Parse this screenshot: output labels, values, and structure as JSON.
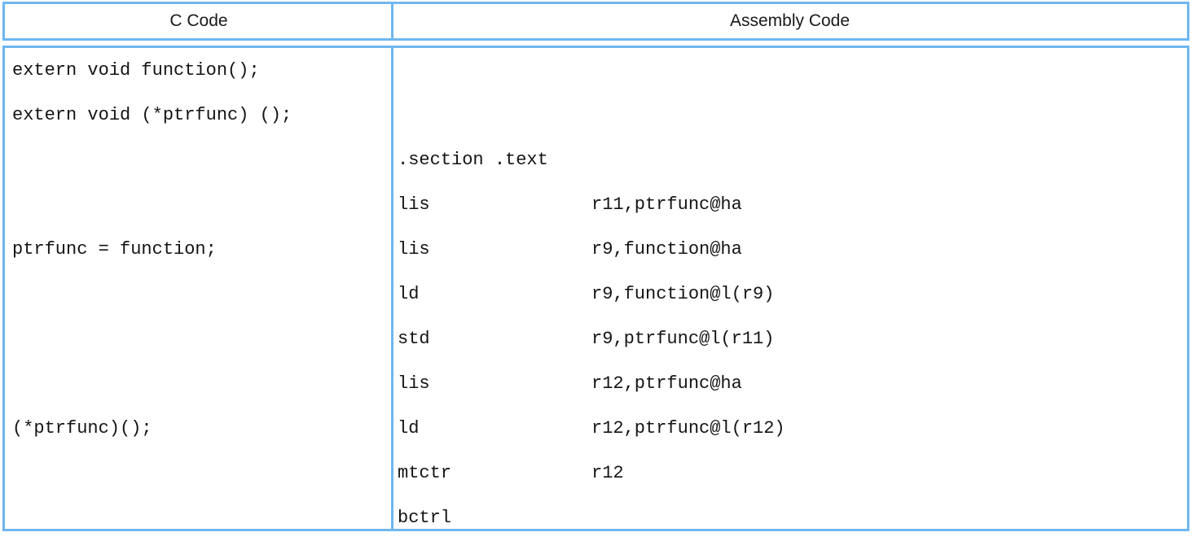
{
  "table": {
    "columns": [
      {
        "id": "c-code",
        "header": "C Code"
      },
      {
        "id": "assembly-code",
        "header": "Assembly Code"
      }
    ],
    "border_color": "#6fb7f0",
    "text_color": "#141414",
    "background_color": "#ffffff"
  },
  "c_code": {
    "lines": [
      "extern void function();",
      "extern void (*ptrfunc) ();",
      "",
      "",
      "ptrfunc = function;",
      "",
      "",
      "",
      "(*ptrfunc)();",
      ""
    ]
  },
  "assembly_code": {
    "lines": [
      {
        "type": "blank",
        "mnemonic": "",
        "operand": ""
      },
      {
        "type": "blank",
        "mnemonic": "",
        "operand": ""
      },
      {
        "type": "directive",
        "mnemonic": ".section .text",
        "operand": ""
      },
      {
        "type": "instr",
        "mnemonic": "lis",
        "operand": "r11,ptrfunc@ha"
      },
      {
        "type": "instr",
        "mnemonic": "lis",
        "operand": "r9,function@ha"
      },
      {
        "type": "instr",
        "mnemonic": "ld",
        "operand": "r9,function@l(r9)"
      },
      {
        "type": "instr",
        "mnemonic": "std",
        "operand": "r9,ptrfunc@l(r11)"
      },
      {
        "type": "instr",
        "mnemonic": "lis",
        "operand": "r12,ptrfunc@ha"
      },
      {
        "type": "instr",
        "mnemonic": "ld",
        "operand": "r12,ptrfunc@l(r12)"
      },
      {
        "type": "instr",
        "mnemonic": "mtctr",
        "operand": "r12"
      },
      {
        "type": "instr",
        "mnemonic": "bctrl",
        "operand": ""
      }
    ]
  }
}
